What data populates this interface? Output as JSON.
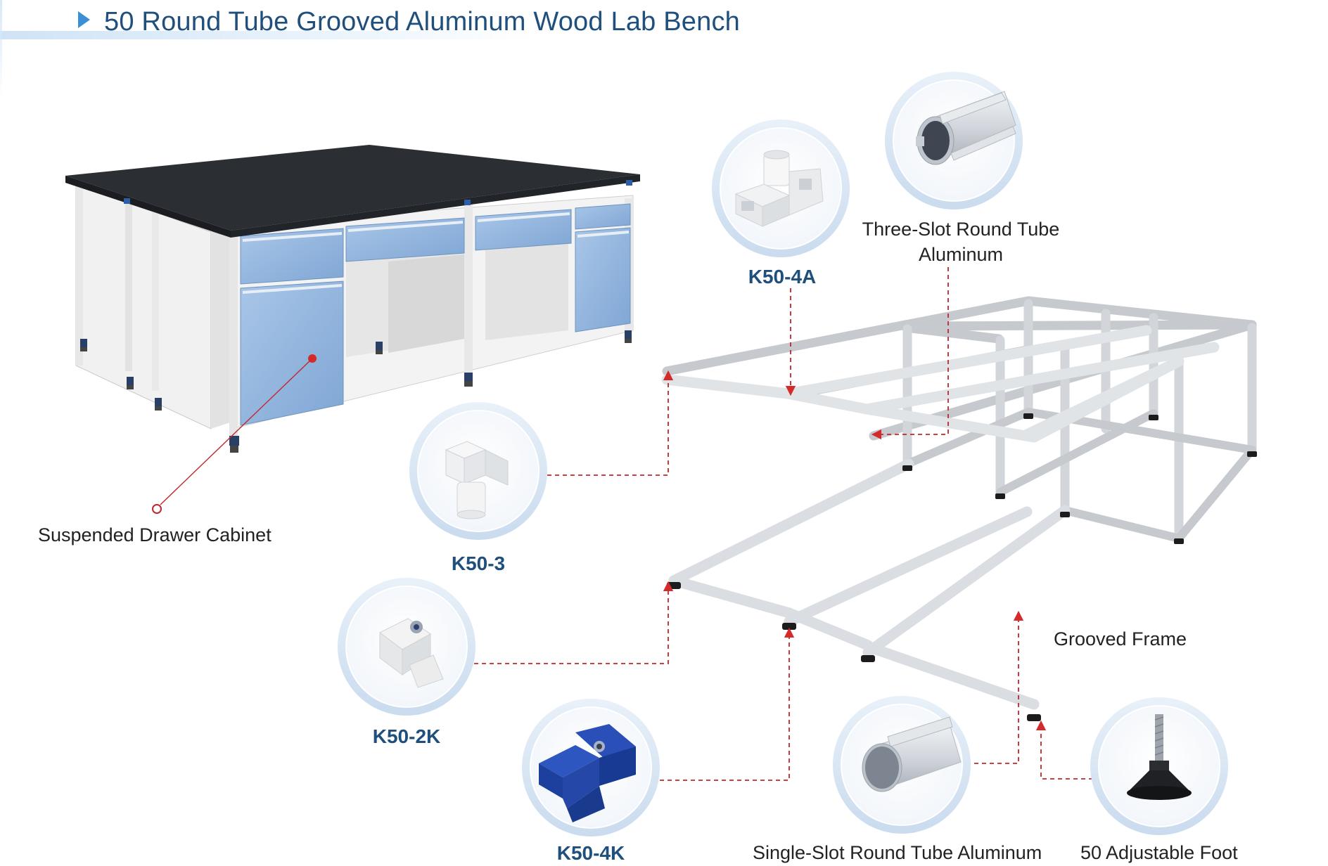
{
  "title": "50 Round Tube Grooved Aluminum Wood Lab Bench",
  "labels": {
    "suspended_cabinet": "Suspended Drawer Cabinet",
    "k50_3": "K50-3",
    "k50_2k": "K50-2K",
    "k50_4k": "K50-4K",
    "k50_4a": "K50-4A",
    "three_slot": "Three-Slot Round Tube Aluminum",
    "three_slot_line1": "Three-Slot Round Tube",
    "three_slot_line2": "Aluminum",
    "single_slot": "Single-Slot Round Tube Aluminum",
    "adjustable_foot": "50 Adjustable Foot",
    "grooved_frame": "Grooved Frame"
  },
  "colors": {
    "title": "#1f4f7c",
    "accent_arrow": "#3b8fd6",
    "leader_line": "#c0272d",
    "cabinet_blue": "#8fb2dc",
    "bench_top": "#2b2e33",
    "connector_blue": "#1d3f9e"
  }
}
